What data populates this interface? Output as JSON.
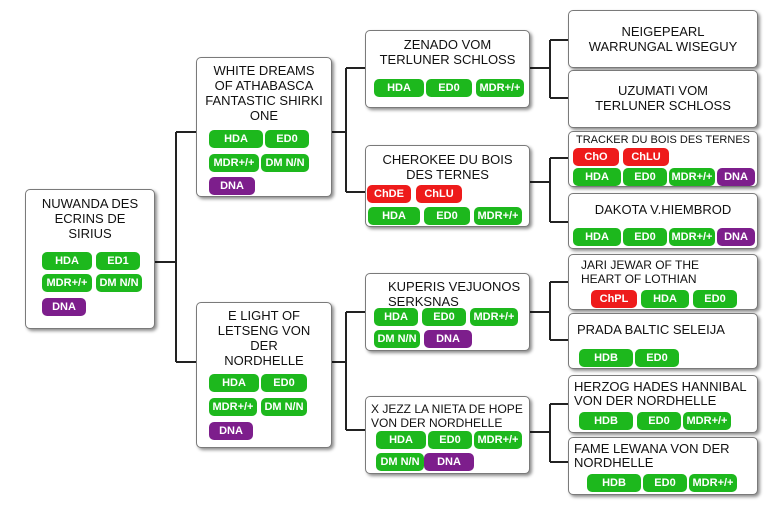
{
  "colors": {
    "health_test": "#1db81d",
    "champion_title": "#ee1b1b",
    "dna": "#7d1e8c",
    "border": "#7a7a7a"
  },
  "dogs": {
    "subject": {
      "name": "NUWANDA DES ECRINS DE SIRIUS",
      "badges": [
        "HDA",
        "ED1",
        "MDR+/+",
        "DM N/N",
        "DNA"
      ]
    },
    "sire": {
      "name": "WHITE DREAMS OF ATHABASCA FANTASTIC SHIRKI ONE",
      "badges": [
        "HDA",
        "ED0",
        "MDR+/+",
        "DM N/N",
        "DNA"
      ]
    },
    "dam": {
      "name": "E LIGHT OF LETSENG VON DER NORDHELLE",
      "badges": [
        "HDA",
        "ED0",
        "MDR+/+",
        "DM N/N",
        "DNA"
      ]
    },
    "ss": {
      "name": "ZENADO VOM TERLUNER SCHLOSS",
      "badges": [
        "HDA",
        "ED0",
        "MDR+/+"
      ]
    },
    "sd": {
      "name": "CHEROKEE DU BOIS DES TERNES",
      "badges": [
        "ChDE",
        "ChLU",
        "HDA",
        "ED0",
        "MDR+/+"
      ]
    },
    "ds": {
      "name": "KUPERIS VEJUONOS SERKSNAS",
      "badges": [
        "HDA",
        "ED0",
        "MDR+/+",
        "DM N/N",
        "DNA"
      ]
    },
    "dd": {
      "name": "X JEZZ LA NIETA DE HOPE VON DER NORDHELLE",
      "badges": [
        "HDA",
        "ED0",
        "MDR+/+",
        "DM N/N",
        "DNA"
      ]
    },
    "sss": {
      "name": "NEIGEPEARL WARRUNGAL WISEGUY",
      "badges": []
    },
    "ssd": {
      "name": "UZUMATI VOM TERLUNER SCHLOSS",
      "badges": []
    },
    "sds": {
      "name": "TRACKER DU BOIS DES TERNES",
      "badges": [
        "ChO",
        "ChLU",
        "HDA",
        "ED0",
        "MDR+/+",
        "DNA"
      ]
    },
    "sdd": {
      "name": "DAKOTA V.HIEMBROD",
      "badges": [
        "HDA",
        "ED0",
        "MDR+/+",
        "DNA"
      ]
    },
    "dss": {
      "name": "JARI JEWAR OF THE HEART OF LOTHIAN",
      "badges": [
        "ChPL",
        "HDA",
        "ED0"
      ]
    },
    "dsd": {
      "name": "PRADA BALTIC SELEIJA",
      "badges": [
        "HDB",
        "ED0"
      ]
    },
    "dds": {
      "name": "HERZOG HADES HANNIBAL VON DER NORDHELLE",
      "badges": [
        "HDB",
        "ED0",
        "MDR+/+"
      ]
    },
    "ddd": {
      "name": "FAME LEWANA VON DER NORDHELLE",
      "badges": [
        "HDB",
        "ED0",
        "MDR+/+"
      ]
    }
  }
}
